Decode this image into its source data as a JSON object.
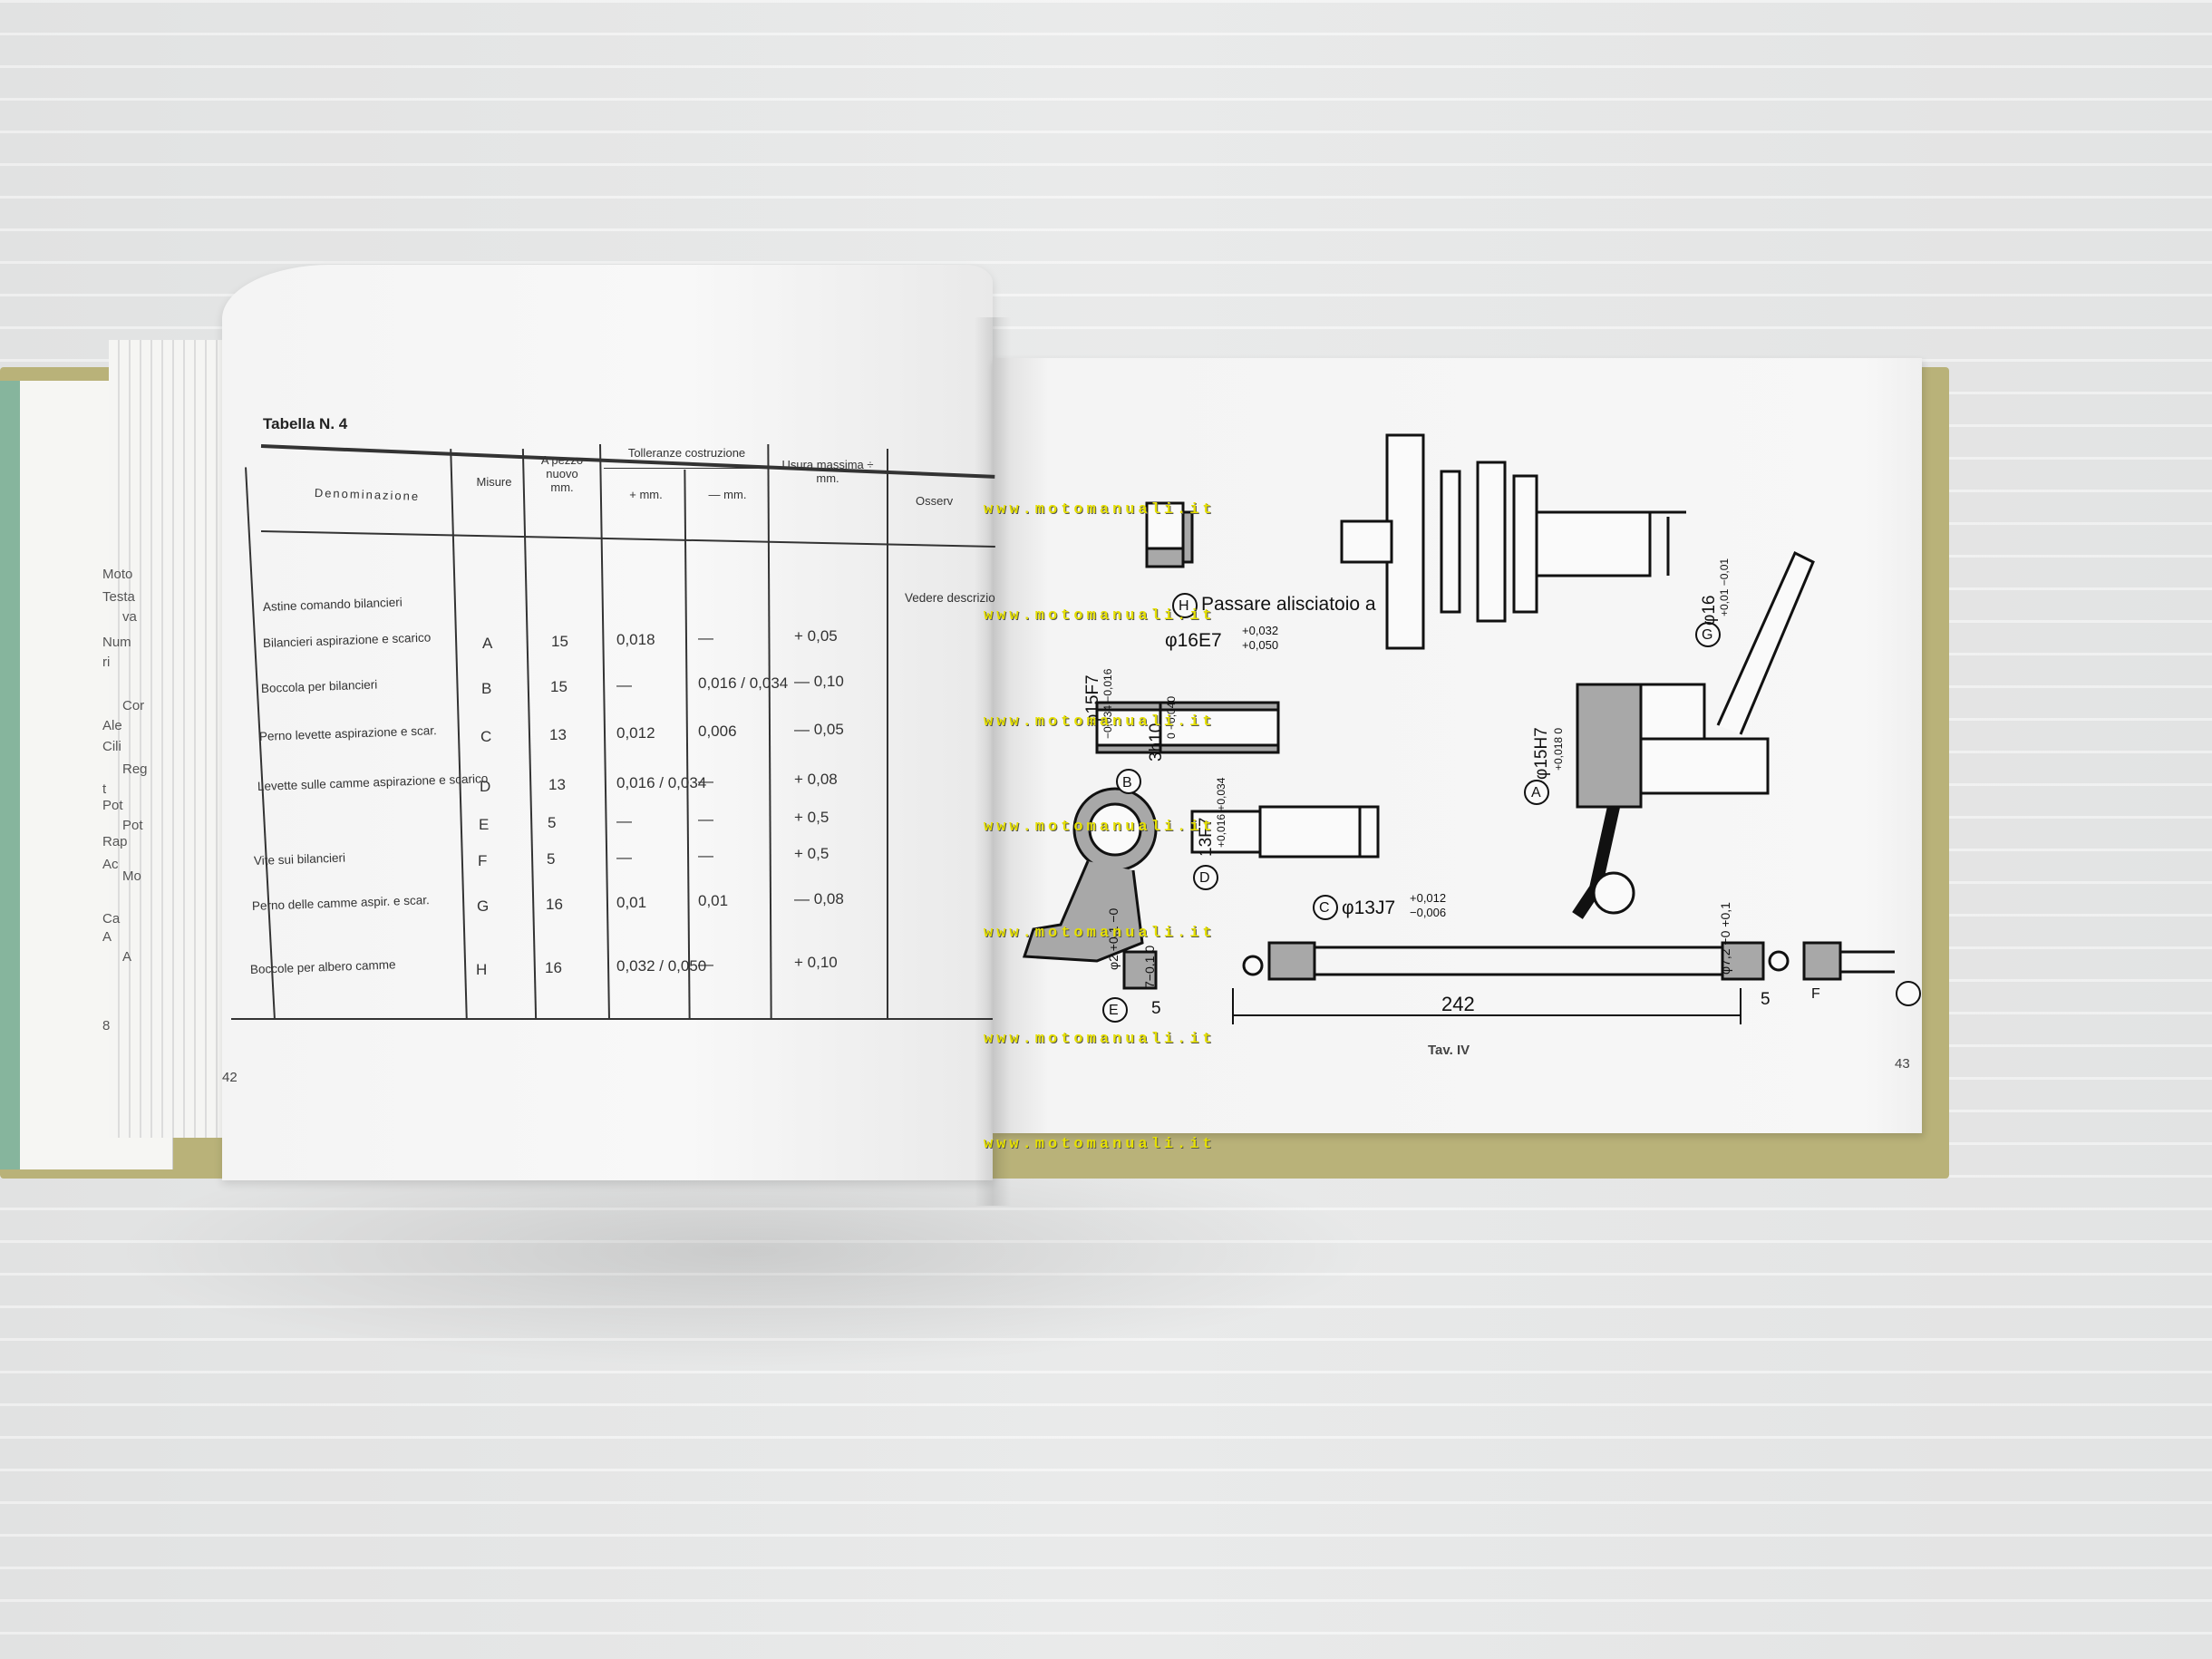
{
  "left_page": {
    "table_title": "Tabella N. 4",
    "headers": {
      "denominazione": "Denominazione",
      "misure": "Misure",
      "a_pezzo": "A pezzo nuovo mm.",
      "tolleranze": "Tolleranze costruzione",
      "plus_mm": "+ mm.",
      "minus_mm": "— mm.",
      "usura": "Usura massima ÷ mm.",
      "osservazioni": "Osserv"
    },
    "note": "Vedere descrizio",
    "rows": [
      {
        "label": "Astine comando bilancieri",
        "misura": "",
        "nuovo": "",
        "plus": "",
        "minus": "",
        "usura": ""
      },
      {
        "label": "Bilancieri aspirazione e scarico",
        "misura": "A",
        "nuovo": "15",
        "plus": "0,018",
        "minus": "—",
        "usura": "+ 0,05"
      },
      {
        "label": "Boccola per bilancieri",
        "misura": "B",
        "nuovo": "15",
        "plus": "—",
        "minus": "0,016 / 0,034",
        "usura": "— 0,10"
      },
      {
        "label": "Perno levette aspirazione e scar.",
        "misura": "C",
        "nuovo": "13",
        "plus": "0,012",
        "minus": "0,006",
        "usura": "— 0,05"
      },
      {
        "label": "Levette sulle camme aspirazione e scarico",
        "misura": "D",
        "nuovo": "13",
        "plus": "0,016 / 0,034",
        "minus": "—",
        "usura": "+ 0,08"
      },
      {
        "label": "",
        "misura": "E",
        "nuovo": "5",
        "plus": "—",
        "minus": "—",
        "usura": "+ 0,5"
      },
      {
        "label": "Vite sui bilancieri",
        "misura": "F",
        "nuovo": "5",
        "plus": "—",
        "minus": "—",
        "usura": "+ 0,5"
      },
      {
        "label": "Perno delle camme aspir. e scar.",
        "misura": "G",
        "nuovo": "16",
        "plus": "0,01",
        "minus": "0,01",
        "usura": "— 0,08"
      },
      {
        "label": "Boccole per albero camme",
        "misura": "H",
        "nuovo": "16",
        "plus": "0,032 / 0,050",
        "minus": "—",
        "usura": "+ 0,10"
      }
    ],
    "page_number": "42",
    "edge_text": [
      "Moto",
      "Testa",
      "va",
      "Num",
      "ri",
      "Cor",
      "Ale",
      "Cili",
      "Reg",
      "t",
      "Pot",
      "Pot",
      "Rap",
      "Ac",
      "Mo",
      "Ca",
      "A",
      "A",
      "8"
    ]
  },
  "right_page": {
    "caption": "Tav. IV",
    "page_number": "43",
    "labels": {
      "h_note": "Passare alisciatoio a",
      "h_dim": "φ16E7",
      "h_tol_top": "+0,032",
      "h_tol_bot": "+0,050",
      "b_dim": "φ15F7",
      "b_tol": "−0,034 −0,016",
      "b_h10": "3h10",
      "b_h10_tol": "0 −0,040",
      "d_dim": "13F7",
      "d_tol": "+0,016 +0,034",
      "c_dim": "φ13J7",
      "c_tol_top": "+0,012",
      "c_tol_bot": "−0,006",
      "a_dim": "φ15H7",
      "a_tol": "+0,018 0",
      "g_dim": "φ16",
      "g_tol": "+0,01 −0,01",
      "e_tol1": "φ2 +0,1 −0",
      "e_tol2": "7−0,1 0",
      "f_tol": "φ7,2 −0 +0,1",
      "len": "242",
      "five_left": "5",
      "five_right": "5",
      "letters": [
        "A",
        "B",
        "C",
        "D",
        "E",
        "F",
        "G",
        "H"
      ]
    }
  },
  "watermark": "www.motomanuali.it"
}
